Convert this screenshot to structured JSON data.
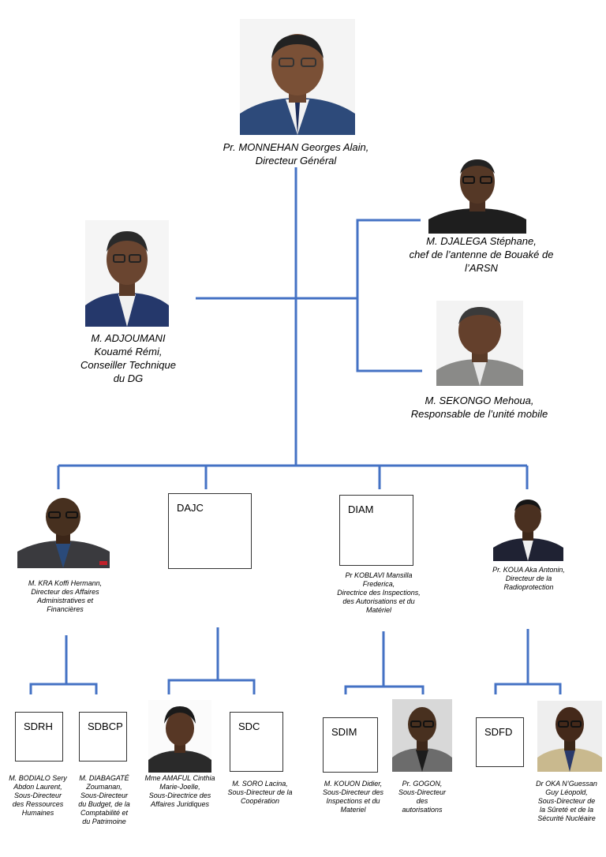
{
  "director": {
    "name": "Pr. MONNEHAN Georges Alain,",
    "role": "Directeur Général"
  },
  "adviser": {
    "line1": "M. ADJOUMANI",
    "line2": "Kouamé Rémi,",
    "line3": "Conseiller Technique",
    "line4": "du DG"
  },
  "bouake": {
    "line1": "M. DJALEGA Stéphane,",
    "line2": "chef de l’antenne de Bouaké de",
    "line3": "l’ARSN"
  },
  "mobile": {
    "line1": "M. SEKONGO Mehoua,",
    "line2": "Responsable de l’unité mobile"
  },
  "daf": {
    "lines": [
      "M. KRA Koffi Hermann,",
      "Directeur des Affaires",
      "Administratives et",
      "Financières"
    ]
  },
  "dajc": {
    "label": "DAJC"
  },
  "diam": {
    "label": "DIAM",
    "lines": [
      "Pr KOBLAVI Mansilla",
      "Frederica,",
      "Directrice des Inspections,",
      "des Autorisations et du",
      "Matériel"
    ]
  },
  "drp": {
    "lines": [
      "Pr. KOUA Aka Antonin,",
      "Directeur de la",
      "Radioprotection"
    ]
  },
  "sdrh": {
    "label": "SDRH",
    "lines": [
      "M. BODIALO Sery",
      "Abdon Laurent,",
      "Sous-Directeur",
      "des Ressources",
      "Humaines"
    ]
  },
  "sdbcp": {
    "label": "SDBCP",
    "lines": [
      "M. DIABAGATÉ",
      "Zoumanan,",
      "Sous-Directeur",
      "du Budget, de la",
      "Comptabilité et",
      "du Patrimoine"
    ]
  },
  "sdaj": {
    "lines": [
      "Mme AMAFUL Cinthia",
      "Marie-Joelle,",
      "Sous-Directrice des",
      "Affaires Juridiques"
    ]
  },
  "sdc": {
    "label": "SDC",
    "lines": [
      "M. SORO Lacina,",
      "Sous-Directeur de la",
      "Coopération"
    ]
  },
  "sdim": {
    "label": "SDIM",
    "lines": [
      "M. KOUON Didier,",
      "Sous-Directeur des",
      "Inspections et du",
      "Materiel"
    ]
  },
  "sda": {
    "lines": [
      "Pr. GOGON,",
      "Sous-Directeur",
      "des",
      "autorisations"
    ]
  },
  "sdfd": {
    "label": "SDFD"
  },
  "sdsn": {
    "lines": [
      "Dr OKA N’Guessan",
      "Guy Léopold,",
      "Sous-Directeur de",
      "la Sûreté et de la",
      "Sécurité Nucléaire"
    ]
  },
  "colors": {
    "line": "#4472c4",
    "box_border": "#333333"
  }
}
